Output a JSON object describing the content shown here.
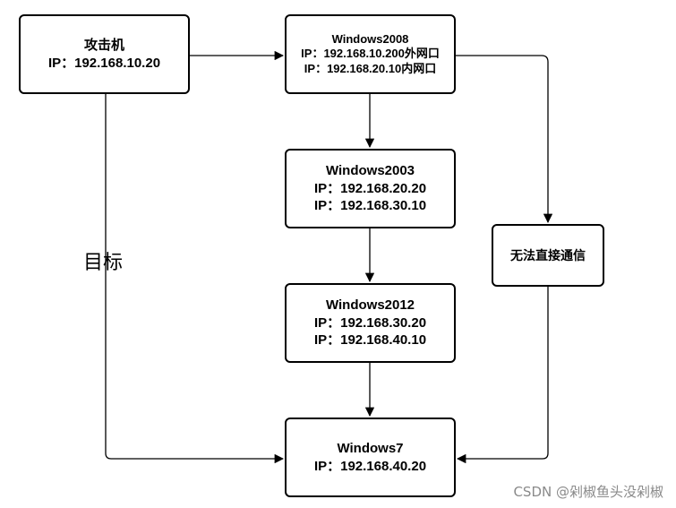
{
  "nodes": {
    "attacker": {
      "lines": [
        "攻击机",
        "IP：192.168.10.20"
      ]
    },
    "windows2008": {
      "lines": [
        "Windows2008",
        "IP：192.168.10.200外网口",
        "IP：192.168.20.10内网口"
      ]
    },
    "windows2003": {
      "lines": [
        "Windows2003",
        "IP：192.168.20.20",
        "IP：192.168.30.10"
      ]
    },
    "windows2012": {
      "lines": [
        "Windows2012",
        "IP：192.168.30.20",
        "IP：192.168.40.10"
      ]
    },
    "windows7": {
      "lines": [
        "Windows7",
        "IP：192.168.40.20"
      ]
    },
    "no_direct": {
      "lines": [
        "无法直接通信"
      ]
    }
  },
  "edge_label_target": "目标",
  "watermark": "CSDN @剁椒鱼头没剁椒"
}
